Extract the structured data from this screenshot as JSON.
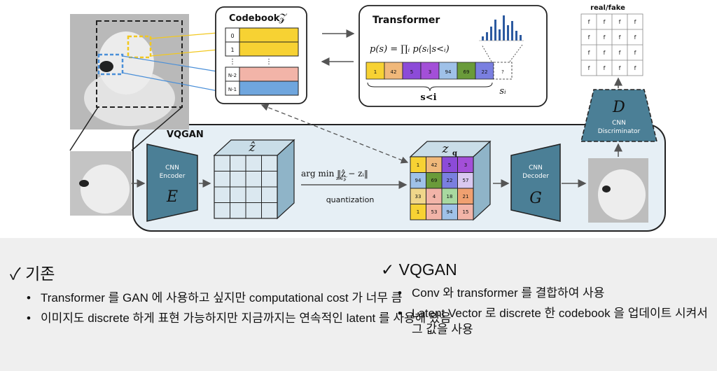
{
  "diagram": {
    "codebook_title": "Codebook",
    "codebook_symbol": "𝒵",
    "codebook_rows": [
      "0",
      "1",
      "N-2",
      "N-1"
    ],
    "codebook_dots": "⋮",
    "transformer_title": "Transformer",
    "transformer_formula": "p(s) = ∏ᵢ p(sᵢ|s<ᵢ)",
    "token_values": [
      "1",
      "42",
      "5",
      "3",
      "94",
      "69",
      "22",
      "?"
    ],
    "s_less_label": "s<i",
    "s_i_label": "sᵢ",
    "vqgan_label": "VQGAN",
    "encoder_label_line1": "CNN",
    "encoder_label_line2": "Encoder",
    "encoder_symbol": "E",
    "zhat_label": "ẑ",
    "argmin_label": "arg min ‖ẑ − zᵢ‖",
    "argmin_sub": "zᵢ∈𝒵",
    "quantization_label": "quantization",
    "zq_label": "z",
    "zq_sub": "q",
    "zq_grid": [
      "1",
      "42",
      "5",
      "3",
      "94",
      "69",
      "22",
      "57",
      "33",
      "4",
      "18",
      "21",
      "1",
      "53",
      "94",
      "15"
    ],
    "decoder_label_line1": "CNN",
    "decoder_label_line2": "Decoder",
    "decoder_symbol": "G",
    "disc_symbol": "D",
    "disc_label_line1": "CNN",
    "disc_label_line2": "Discriminator",
    "realfake_label": "real/fake",
    "realfake_cell": "f"
  },
  "left_section": {
    "check": "✓",
    "title": "기존",
    "bullets": [
      "Transformer 를 GAN 에 사용하고 싶지만 computational cost 가 너무 큼",
      "이미지도 discrete 하게 표현 가능하지만 지금까지는 연속적인 latent 를 사용해 왔음"
    ]
  },
  "right_section": {
    "check": "✓",
    "title": "VQGAN",
    "bullets": [
      "Conv 와 transformer 를 결합하여 사용",
      "Latent Vector 로 discrete 한 codebook 을 업데이트 시켜서 그 값을 사용"
    ]
  },
  "colors": {
    "yellow": "#f7d233",
    "pink": "#f2b4a8",
    "blue": "#6fa6de",
    "purple": "#8c4bd8",
    "teal_dark": "#4b7f96",
    "panel": "#e6eff5"
  }
}
